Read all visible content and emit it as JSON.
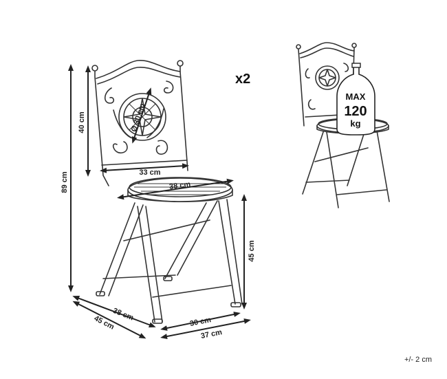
{
  "quantity": "x2",
  "tolerance": "+/- 2 cm",
  "dimensions": {
    "total_height": "89 cm",
    "back_height": "40 cm",
    "mosaic_diameter": "Ø 30 cm",
    "back_width": "33 cm",
    "seat_diameter": "38 cm",
    "seat_height": "45 cm",
    "depth_inner": "38 cm",
    "depth_outer": "45 cm",
    "width_inner": "30 cm",
    "width_outer": "37 cm"
  },
  "load_badge": {
    "line1": "MAX",
    "line2": "120",
    "line3": "kg"
  }
}
